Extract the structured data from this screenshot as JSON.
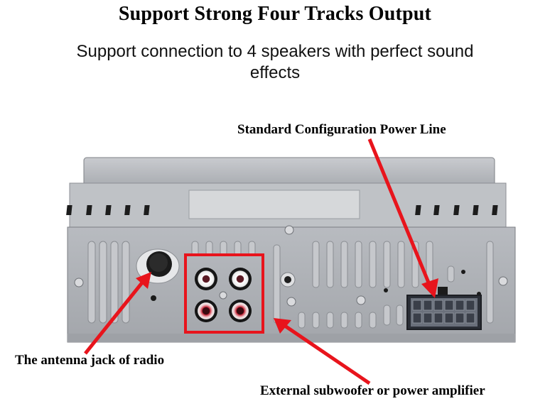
{
  "header": {
    "title": "Support Strong Four Tracks Output",
    "subtitle": "Support connection to 4 speakers with perfect sound effects"
  },
  "annotations": {
    "power_line": "Standard Configuration Power Line",
    "antenna": "The antenna jack of radio",
    "subwoofer": "External subwoofer or power amplifier"
  },
  "colors": {
    "arrow": "#e8141c",
    "highlight_box": "#e8141c",
    "chassis": "#b4b7bc",
    "chassis_dark": "#8e9298",
    "rca_white": "#f2f2f2",
    "rca_red": "#c8283a"
  },
  "image": {
    "subject": "car radio rear panel",
    "components": [
      "antenna-jack",
      "rca-outputs-4",
      "iso-power-connector-12-pin"
    ]
  }
}
